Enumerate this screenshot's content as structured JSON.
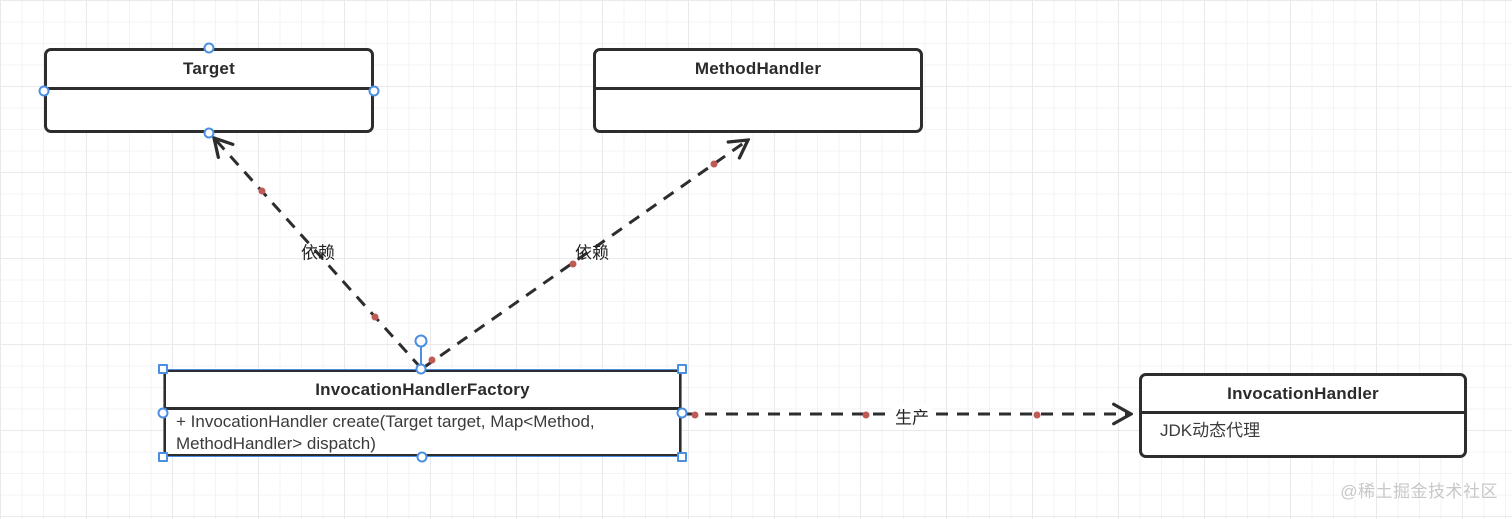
{
  "canvas": {
    "kind": "uml-class-diagram-editor"
  },
  "selection": {
    "selected_class": "InvocationHandlerFactory"
  },
  "classes": {
    "target": {
      "title": "Target",
      "members": []
    },
    "method_handler": {
      "title": "MethodHandler",
      "members": []
    },
    "invocation_handler_factory": {
      "title": "InvocationHandlerFactory",
      "members": [
        "+ InvocationHandler create(Target target, Map<Method,",
        "MethodHandler> dispatch)"
      ]
    },
    "invocation_handler": {
      "title": "InvocationHandler",
      "members": [
        "JDK动态代理"
      ]
    }
  },
  "edges": [
    {
      "id": "factory-to-target",
      "type": "dependency",
      "style": "dashed-open-arrow",
      "label": "依赖"
    },
    {
      "id": "factory-to-methodhandler",
      "type": "dependency",
      "style": "dashed-open-arrow",
      "label": "依赖"
    },
    {
      "id": "factory-to-invocationhandler",
      "type": "produce",
      "style": "dashed-open-arrow",
      "label": "生产"
    }
  ],
  "watermark": {
    "text": "@稀土掘金技术社区"
  },
  "colors": {
    "stroke_dark": "#2d2d2d",
    "accent_blue": "#4b8fe2",
    "waypoint_red": "#c05a55",
    "grid_minor": "#f3f3f6",
    "grid_major": "#eaeaee",
    "watermark_gray": "#c8c8c8"
  }
}
